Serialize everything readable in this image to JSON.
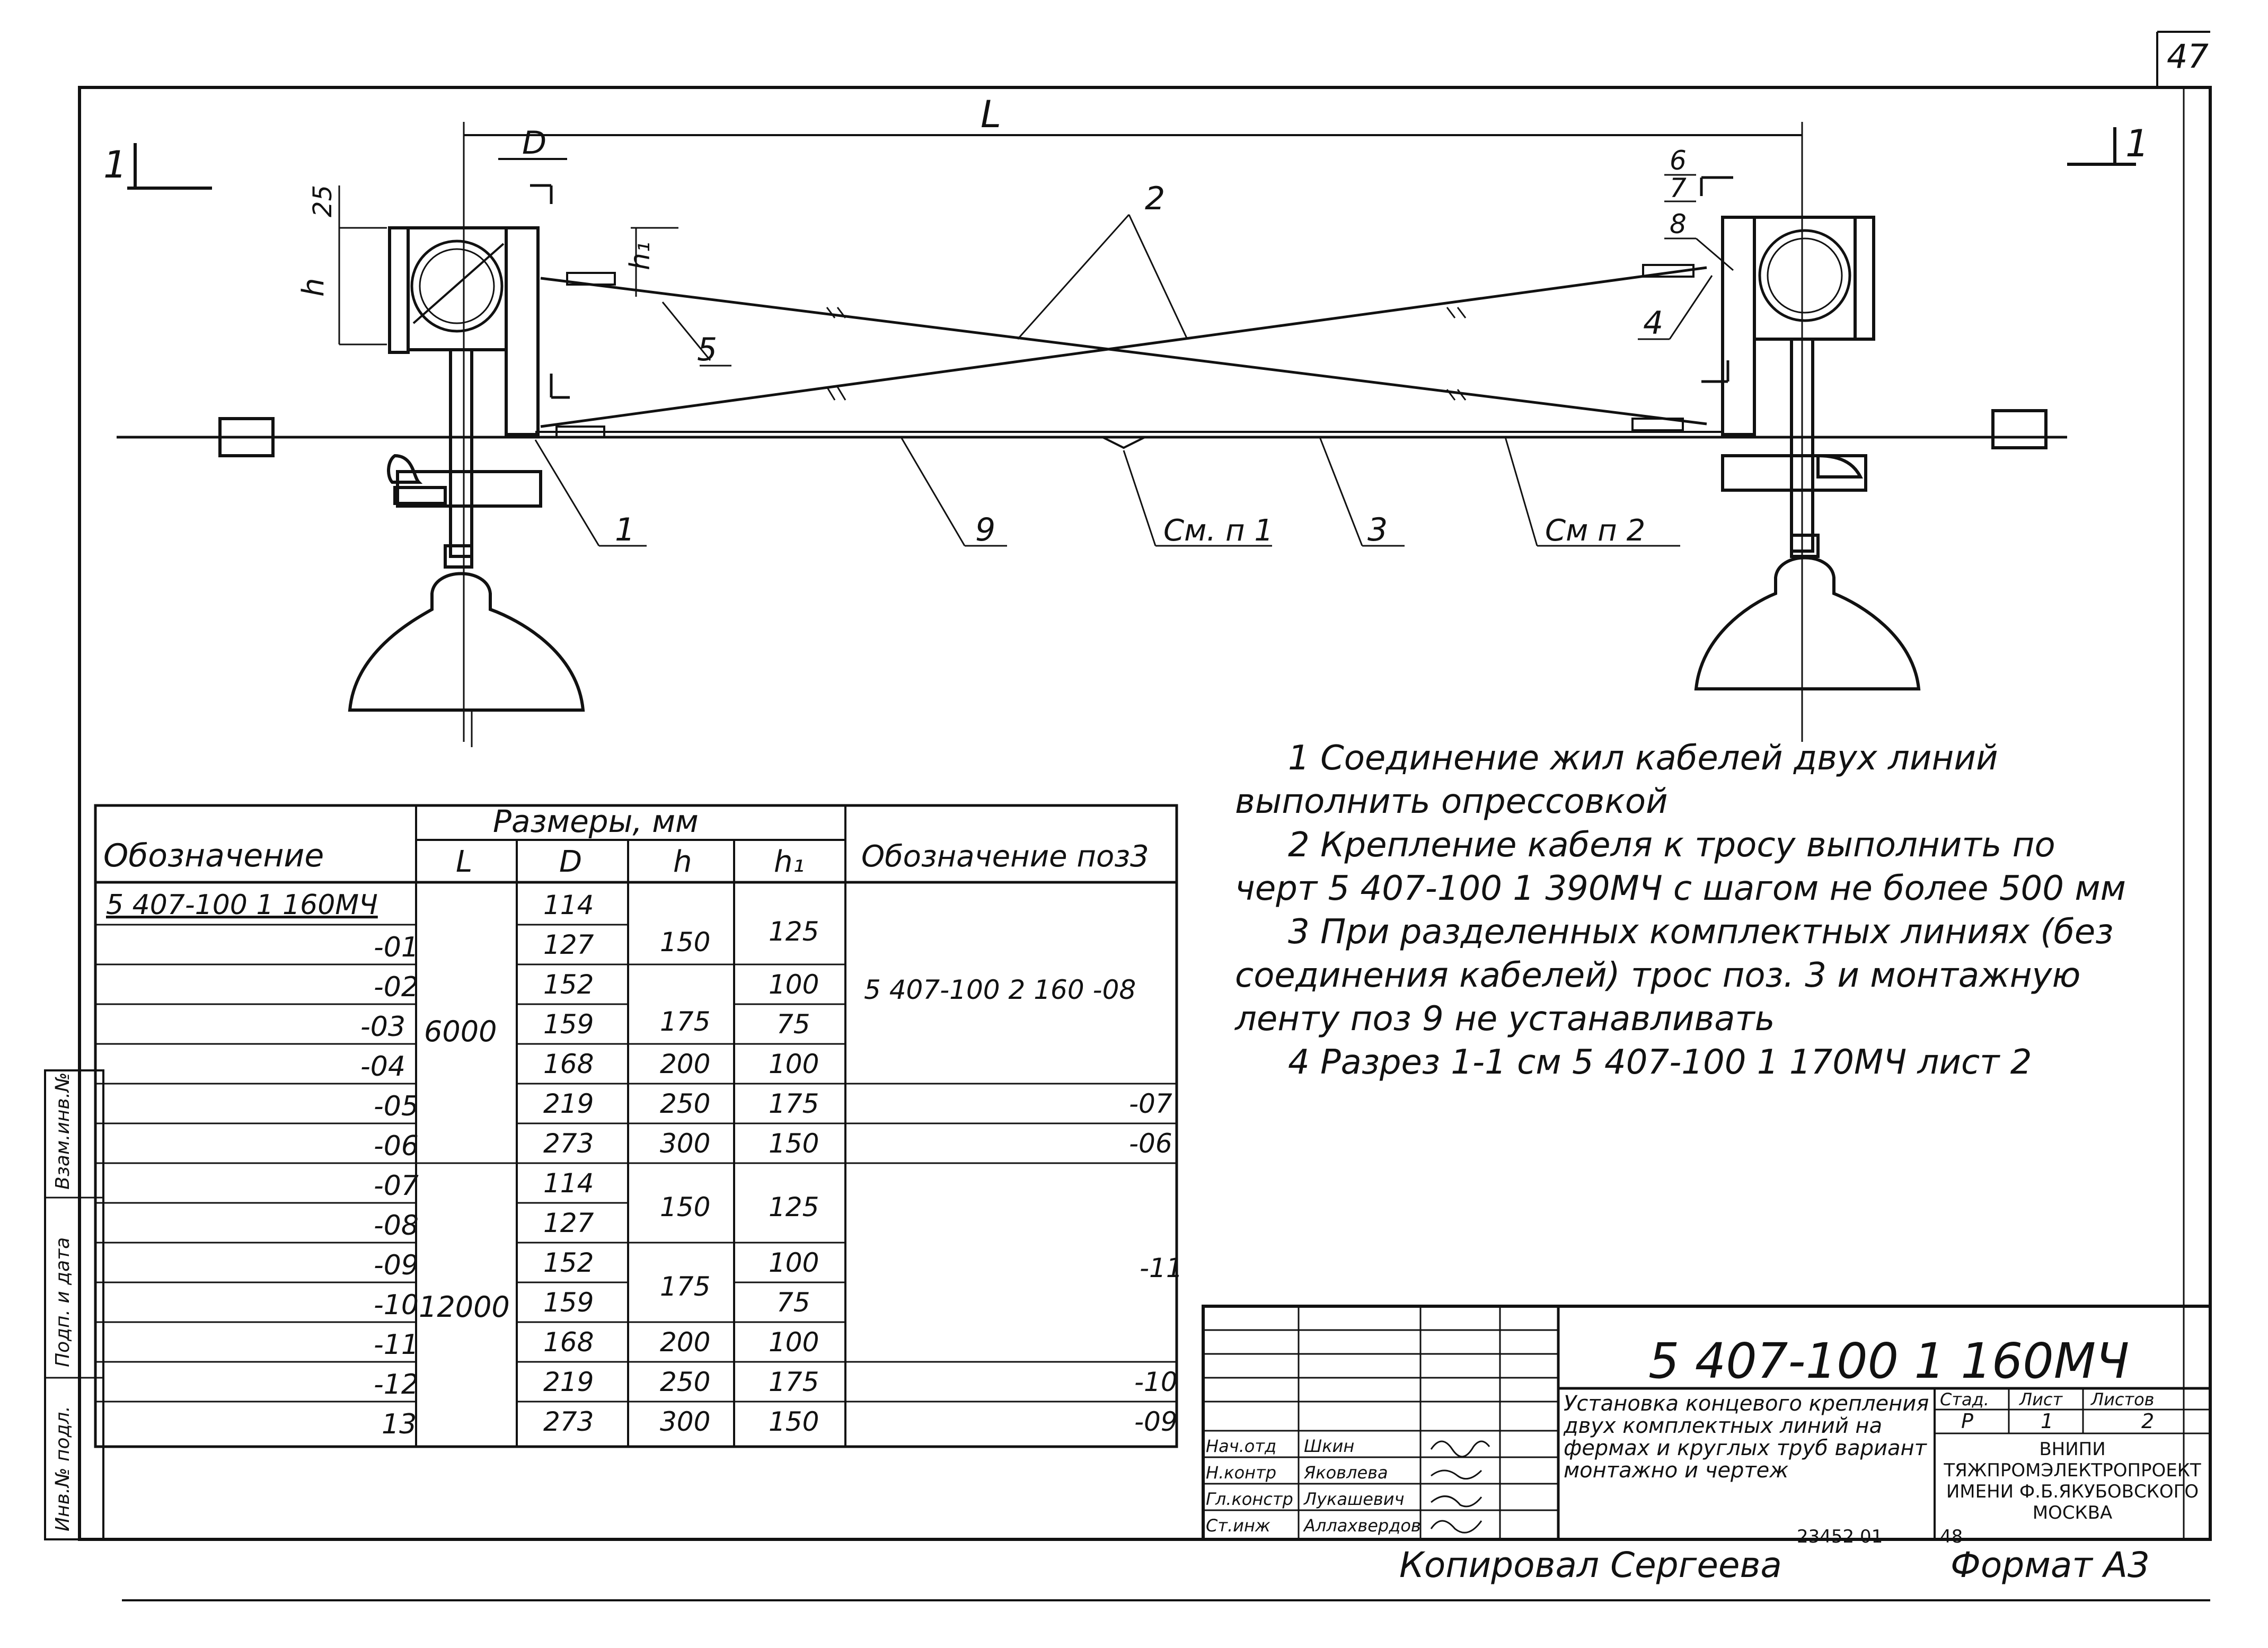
{
  "sheet_number": "47",
  "drawing": {
    "dim_L": "L",
    "dim_D": "D",
    "dim_h": "h",
    "dim_h1": "h₁",
    "dim_25": "25",
    "section_left": "1",
    "section_right": "1",
    "leaders": [
      "1",
      "2",
      "3",
      "4",
      "5",
      "6",
      "7",
      "8",
      "9"
    ],
    "note_ref_1": "См. п 1",
    "note_ref_2": "См п 2"
  },
  "notes": [
    "1 Соединение жил кабелей двух линий выполнить опрессовкой",
    "2 Крепление кабеля к тросу выполнить по черт 5 407-100 1 390МЧ с шагом не более 500 мм",
    "3 При разделенных комплектных линиях (без соединения кабелей) трос поз. 3 и монтажную ленту поз 9 не устанавливать",
    "4 Разрез 1-1 см 5 407-100 1 170МЧ лист 2"
  ],
  "table": {
    "h_designation": "Обозначение",
    "h_sizes": "Размеры, мм",
    "h_L": "L",
    "h_D": "D",
    "h_h": "h",
    "h_h1": "h₁",
    "h_pos3": "Обозначение поз3",
    "designations": [
      "5 407-100 1 160МЧ",
      "-01",
      "-02",
      "-03",
      "-04",
      "-05",
      "-06",
      "-07",
      "-08",
      "-09",
      "-10",
      "-11",
      "-12",
      "13"
    ],
    "L_values": [
      "6000",
      "12000"
    ],
    "D_values": [
      "114",
      "127",
      "152",
      "159",
      "168",
      "219",
      "273",
      "114",
      "127",
      "152",
      "159",
      "168",
      "219",
      "273"
    ],
    "h_values": [
      "150",
      "175",
      "200",
      "250",
      "300",
      "150",
      "175",
      "200",
      "250",
      "300"
    ],
    "h1_values": [
      "125",
      "100",
      "75",
      "100",
      "175",
      "150",
      "125",
      "100",
      "75",
      "100",
      "175",
      "150"
    ],
    "pos3_values": [
      "5 407-100 2 160 -08",
      "-07",
      "-06",
      "-11",
      "-10",
      "-09"
    ]
  },
  "title_block": {
    "doc_code": "5 407-100 1 160МЧ",
    "title": "Установка концевого крепления двух комплектных линий на фермах и круглых труб вариант монтажно и чертеж",
    "stage_label": "Стад.",
    "sheet_label": "Лист",
    "sheets_label": "Листов",
    "stage": "Р",
    "sheet": "1",
    "sheets": "2",
    "org": "ВНИПИ ТЯЖПРОМЭЛЕКТРОПРОЕКТ ИМЕНИ Ф.Б.ЯКУБОВСКОГО МОСКВА",
    "roles": [
      "Нач.отд",
      "Н.контр",
      "Гл.констр",
      "Ст.инж"
    ],
    "names": [
      "Шкин",
      "Яковлева",
      "Лукашевич",
      "Аллахвердов"
    ],
    "side_labels": [
      "Инв.№ подл.",
      "Подп. и дата",
      "Взам.инв.№"
    ]
  },
  "copied": "Копировал Сергеева",
  "format": "Формат А3",
  "archive_code": "23452 01",
  "archive_code2": "48"
}
